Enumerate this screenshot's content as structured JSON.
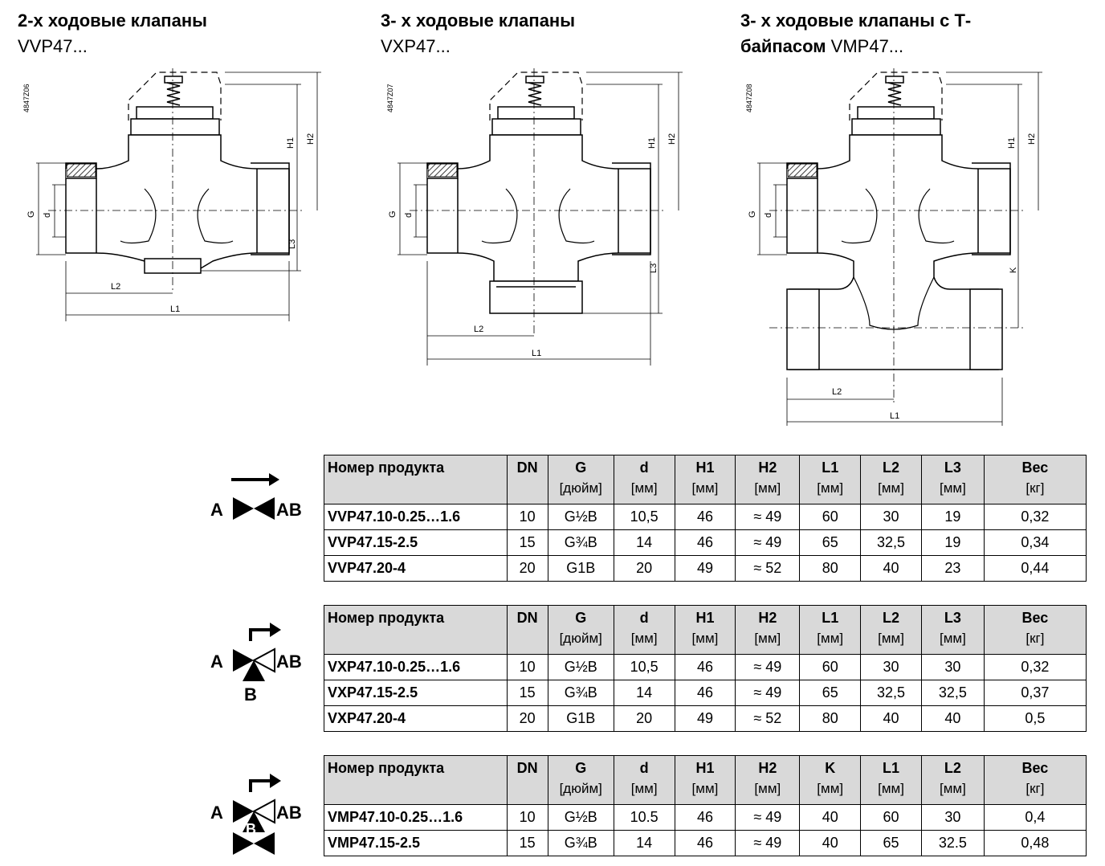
{
  "headers": [
    {
      "bold": "2-х ходовые клапаны",
      "line2": "VVP47..."
    },
    {
      "bold": "3- х ходовые клапаны",
      "line2": "VXP47..."
    },
    {
      "bold": "3- х ходовые клапаны  с Т-",
      "bold2": "байпасом",
      "line2": "VMP47..."
    }
  ],
  "drawings": [
    {
      "code": "4847Z06",
      "labels": {
        "H1": "H1",
        "H2": "H2",
        "L1": "L1",
        "L2": "L2",
        "L3": "L3",
        "G": "G",
        "d": "d"
      }
    },
    {
      "code": "4847Z07",
      "labels": {
        "H1": "H1",
        "H2": "H2",
        "L1": "L1",
        "L2": "L2",
        "L3": "L3",
        "G": "G",
        "d": "d"
      }
    },
    {
      "code": "4847Z08",
      "labels": {
        "H1": "H1",
        "H2": "H2",
        "L1": "L1",
        "L2": "L2",
        "K": "K",
        "G": "G",
        "d": "d"
      }
    }
  ],
  "symbols": {
    "A": "A",
    "AB": "AB",
    "B": "B"
  },
  "tables": [
    {
      "columns": [
        {
          "name": "Номер продукта",
          "unit": ""
        },
        {
          "name": "DN",
          "unit": ""
        },
        {
          "name": "G",
          "unit": "[дюйм]"
        },
        {
          "name": "d",
          "unit": "[мм]"
        },
        {
          "name": "H1",
          "unit": "[мм]"
        },
        {
          "name": "H2",
          "unit": "[мм]"
        },
        {
          "name": "L1",
          "unit": "[мм]"
        },
        {
          "name": "L2",
          "unit": "[мм]"
        },
        {
          "name": "L3",
          "unit": "[мм]"
        },
        {
          "name": "Вес",
          "unit": "[кг]"
        }
      ],
      "rows": [
        [
          "VVP47.10-0.25…1.6",
          "10",
          "G½B",
          "10,5",
          "46",
          "≈ 49",
          "60",
          "30",
          "19",
          "0,32"
        ],
        [
          "VVP47.15-2.5",
          "15",
          "G¾B",
          "14",
          "46",
          "≈ 49",
          "65",
          "32,5",
          "19",
          "0,34"
        ],
        [
          "VVP47.20-4",
          "20",
          "G1B",
          "20",
          "49",
          "≈ 52",
          "80",
          "40",
          "23",
          "0,44"
        ]
      ]
    },
    {
      "columns": [
        {
          "name": "Номер продукта",
          "unit": ""
        },
        {
          "name": "DN",
          "unit": ""
        },
        {
          "name": "G",
          "unit": "[дюйм]"
        },
        {
          "name": "d",
          "unit": "[мм]"
        },
        {
          "name": "H1",
          "unit": "[мм]"
        },
        {
          "name": "H2",
          "unit": "[мм]"
        },
        {
          "name": "L1",
          "unit": "[мм]"
        },
        {
          "name": "L2",
          "unit": "[мм]"
        },
        {
          "name": "L3",
          "unit": "[мм]"
        },
        {
          "name": "Вес",
          "unit": "[кг]"
        }
      ],
      "rows": [
        [
          "VXP47.10-0.25…1.6",
          "10",
          "G½B",
          "10,5",
          "46",
          "≈ 49",
          "60",
          "30",
          "30",
          "0,32"
        ],
        [
          "VXP47.15-2.5",
          "15",
          "G¾B",
          "14",
          "46",
          "≈ 49",
          "65",
          "32,5",
          "32,5",
          "0,37"
        ],
        [
          "VXP47.20-4",
          "20",
          "G1B",
          "20",
          "49",
          "≈ 52",
          "80",
          "40",
          "40",
          "0,5"
        ]
      ]
    },
    {
      "columns": [
        {
          "name": "Номер продукта",
          "unit": ""
        },
        {
          "name": "DN",
          "unit": ""
        },
        {
          "name": "G",
          "unit": "[дюйм]"
        },
        {
          "name": "d",
          "unit": "[мм]"
        },
        {
          "name": "H1",
          "unit": "[мм]"
        },
        {
          "name": "H2",
          "unit": "[мм]"
        },
        {
          "name": "K",
          "unit": "[мм]"
        },
        {
          "name": "L1",
          "unit": "[мм]"
        },
        {
          "name": "L2",
          "unit": "[мм]"
        },
        {
          "name": "Вес",
          "unit": "[кг]"
        }
      ],
      "rows": [
        [
          "VMP47.10-0.25…1.6",
          "10",
          "G½B",
          "10.5",
          "46",
          "≈ 49",
          "40",
          "60",
          "30",
          "0,4"
        ],
        [
          "VMP47.15-2.5",
          "15",
          "G¾B",
          "14",
          "46",
          "≈ 49",
          "40",
          "65",
          "32.5",
          "0,48"
        ]
      ]
    }
  ]
}
